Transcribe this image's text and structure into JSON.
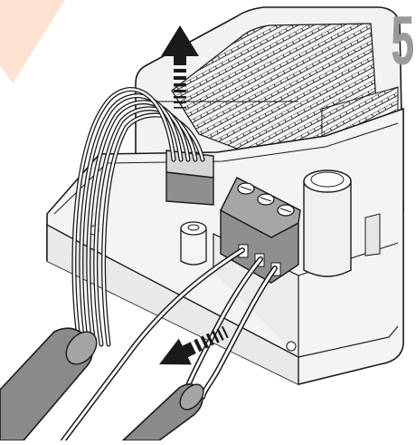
{
  "step_number": "5",
  "colors": {
    "accent_corner": "#fde2d2",
    "line": "#1a1a1a",
    "housing_fill": "#f4f4f4",
    "shadow_fill": "#e6e6e6",
    "terminal_fill": "#8f8f8f",
    "cable_jacket": "#8a8a8a"
  },
  "arrows": [
    {
      "name": "pull-up-arrow",
      "direction": "up"
    },
    {
      "name": "pull-out-arrow",
      "direction": "down-left"
    }
  ],
  "components": [
    "device-housing",
    "ventilation-grille",
    "ribbon-connector",
    "terminal-block",
    "push-button",
    "screw-post",
    "multi-wire-cable",
    "two-wire-cable"
  ]
}
